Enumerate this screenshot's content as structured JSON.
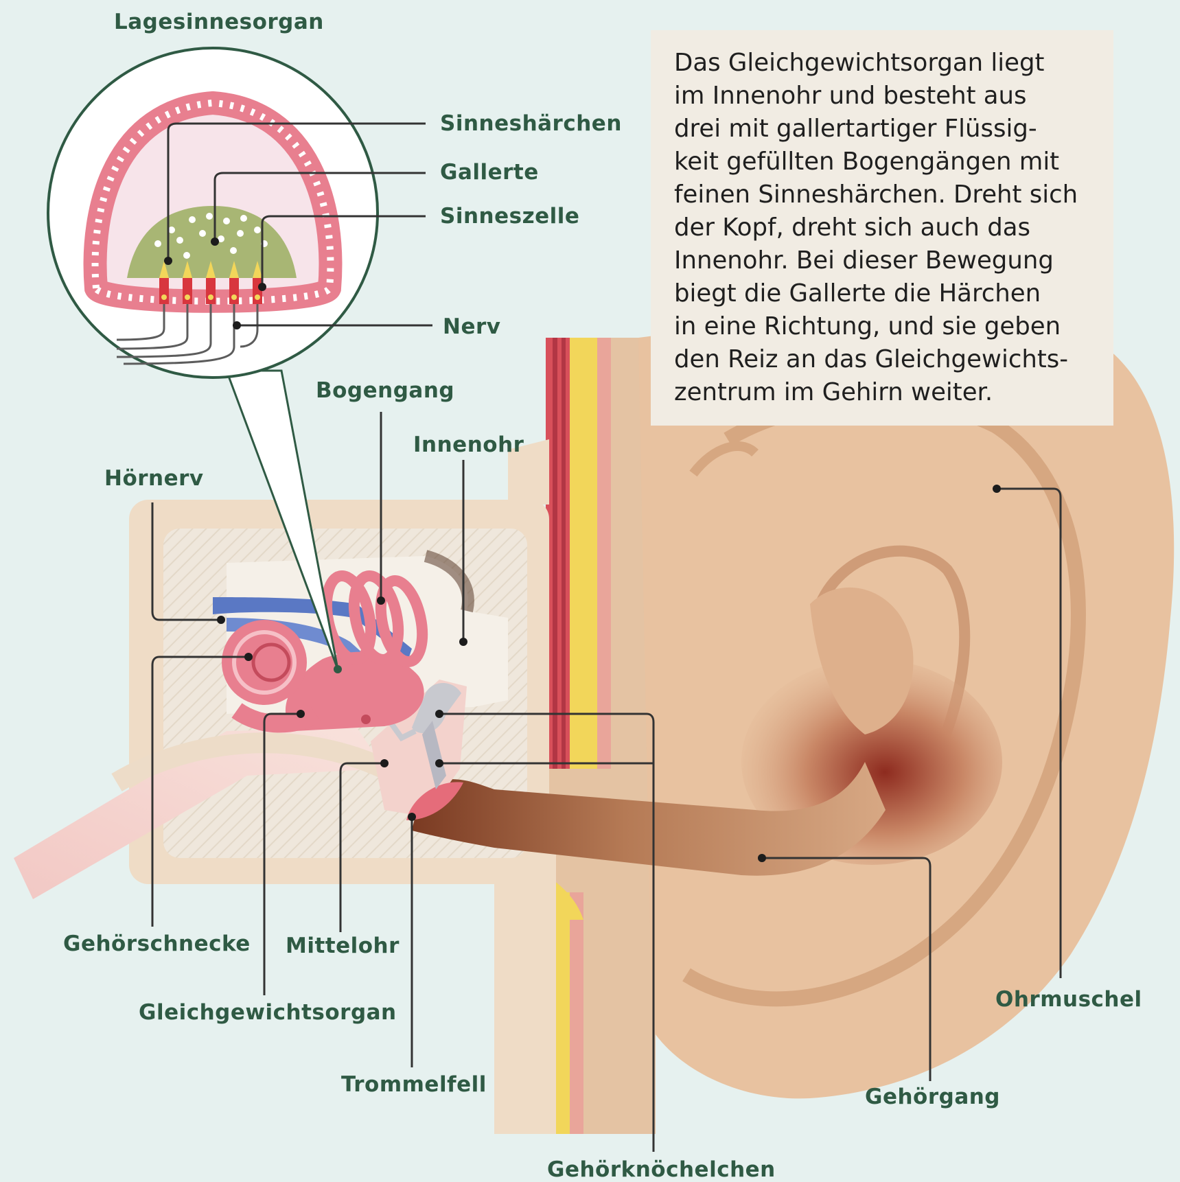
{
  "labels": {
    "lagesinnesorgan": "Lagesinnesorgan",
    "sinneshaerchen": "Sinneshärchen",
    "gallerte": "Gallerte",
    "sinneszelle": "Sinneszelle",
    "nerv": "Nerv",
    "bogengang": "Bogengang",
    "innenohr": "Innenohr",
    "hoernerv": "Hörnerv",
    "gehoerschnecke": "Gehörschnecke",
    "mittelohr": "Mittelohr",
    "gleichgewichtsorgan": "Gleichgewichtsorgan",
    "trommelfell": "Trommelfell",
    "gehoerknoechelchen": "Gehörknöchelchen",
    "gehoergang": "Gehörgang",
    "ohrmuschel": "Ohrmuschel"
  },
  "infobox": {
    "lines": [
      "Das Gleichgewichtsorgan liegt",
      "im Innenohr und besteht aus",
      "drei mit gallertartiger Flüssig-",
      "keit gefüllten Bogengängen mit",
      "feinen Sinneshärchen. Dreht sich",
      "der Kopf, dreht sich auch das",
      "Innenohr. Bei dieser Bewegung",
      "biegt die Gallerte die Härchen",
      "in eine Richtung, und sie geben",
      "den Reiz an das Gleichgewichts-",
      "zentrum im Gehirn weiter."
    ]
  },
  "colors": {
    "background": "#e6f1ef",
    "skin": "#e8c2a0",
    "bone": "#efdcc6",
    "inner_ear": "#e87f8f",
    "nerve": "#5a78c4",
    "gel": "#a8b674",
    "fat_yellow": "#f2d65a",
    "label": "#2f5a44"
  }
}
